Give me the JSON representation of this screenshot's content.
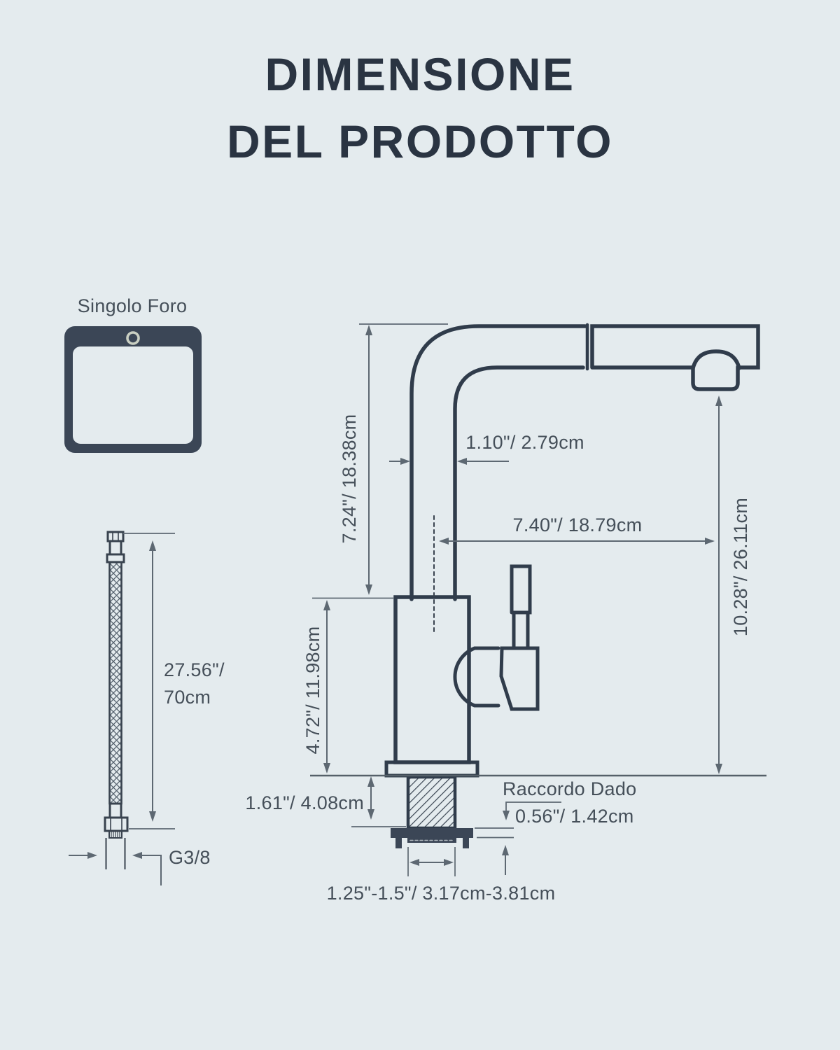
{
  "title": {
    "line1": "DIMENSIONE",
    "line2": "DEL PRODOTTO"
  },
  "sink_plate": {
    "label": "Singolo Foro"
  },
  "supply_hose": {
    "length_inches": "27.56\"/",
    "length_cm": "70cm",
    "thread_size": "G3/8"
  },
  "labels": {
    "nut": "Raccordo Dado"
  },
  "dimensions": {
    "spout_height": "7.24\"/ 18.38cm",
    "pipe_width": "1.10\"/ 2.79cm",
    "spout_reach": "7.40\"/ 18.79cm",
    "overall_height": "10.28\"/ 26.11cm",
    "body_height": "4.72\"/ 11.98cm",
    "deck_thickness": "1.61\"/ 4.08cm",
    "nut_height": "0.56\"/ 1.42cm",
    "hole_size": "1.25\"-1.5\"/ 3.17cm-3.81cm"
  },
  "colors": {
    "background": "#e4ebee",
    "drawing_line": "#303c4b",
    "dark_fill": "#3b4656",
    "dimension_line": "#5d6872",
    "label_text": "#454f59",
    "title_text": "#2a3442",
    "hole_ring": "#c9cfc2"
  }
}
